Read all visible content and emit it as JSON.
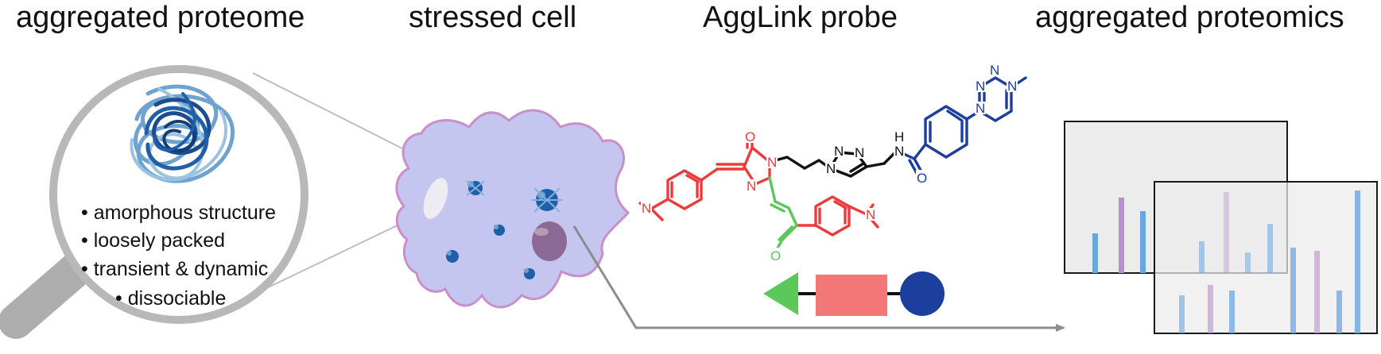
{
  "panels": {
    "aggregated_proteome": {
      "title": "aggregated proteome"
    },
    "stressed_cell": {
      "title": "stressed cell"
    },
    "agglink_probe": {
      "title": "AggLink probe"
    },
    "aggregated_proteomics": {
      "title": "aggregated proteomics"
    }
  },
  "properties": [
    "• amorphous structure",
    "• loosely packed",
    "• transient & dynamic",
    "• dissociable"
  ],
  "atoms": {
    "oxygen": "O",
    "nitrogen": "N",
    "amide_nh": "H"
  },
  "colors": {
    "fluorophore": "#ee3a3a",
    "linker_triazole": "#111111",
    "tetrazine": "#1c3f9e",
    "michael_acceptor": "#5cc85a",
    "cell_fill": "#c5c6f0",
    "cell_border": "#c98fc8",
    "aggregate": "#1f5fa8",
    "bar_blue": "#6aa6e0",
    "bar_purple": "#b98fcc"
  },
  "icons": [
    "magnifier-icon",
    "protein-aggregate-icon",
    "cell-icon",
    "probe-schematic-icon",
    "spectrum-panel-icon",
    "arrow-icon"
  ]
}
